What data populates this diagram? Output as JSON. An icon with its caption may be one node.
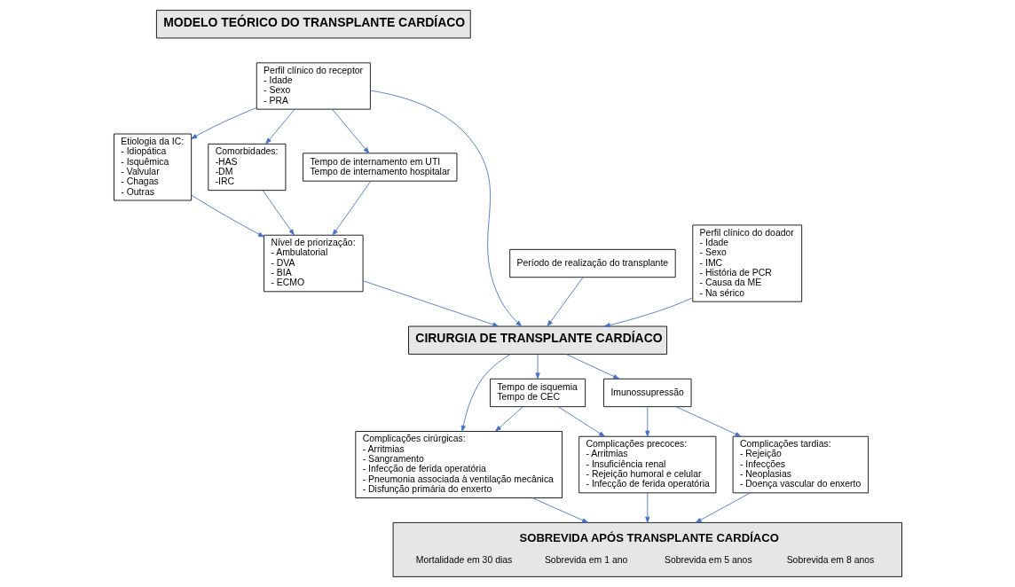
{
  "diagram": {
    "nodes": [
      {
        "text": [
          "MODELO TEÓRICO DO TRANSPLANTE CARDÍACO"
        ]
      },
      {
        "text": [
          "Etiologia da IC:",
          "- Idiopática",
          "- Isquêmica",
          "- Valvular",
          "- Chagas",
          "- Outras"
        ]
      },
      {
        "text": [
          "Perfil clínico do receptor",
          "- Idade",
          "- Sexo",
          "- PRA"
        ]
      },
      {
        "text": [
          "Período de realização do transplante"
        ]
      },
      {
        "text": [
          "Comorbidades:",
          "-HAS",
          "-DM",
          "-IRC"
        ]
      },
      {
        "text": [
          "Tempo de internamento em UTI",
          "Tempo de internamento hospitalar"
        ]
      },
      {
        "text": [
          "Perfil clínico do doador",
          "- Idade",
          "- Sexo",
          "- IMC",
          "- História de PCR",
          "- Causa da ME",
          "- Na sérico"
        ]
      },
      {
        "text": [
          "Nível de priorização:",
          "- Ambulatorial",
          "- DVA",
          "- BIA",
          "- ECMO"
        ]
      },
      {
        "text": [
          "CIRURGIA DE TRANSPLANTE CARDÍACO"
        ]
      },
      {
        "text": [
          "Complicações cirúrgicas:",
          "- Arritmias",
          "- Sangramento",
          "- Infecção de ferida operatória",
          "- Pneumonia associada à ventilação mecânica",
          "- Disfunção primária do enxerto"
        ]
      },
      {
        "text": [
          "Tempo de isquemia",
          "Tempo de CEC"
        ]
      },
      {
        "text": [
          "Imunossupressão"
        ]
      },
      {
        "text": [
          "Complicações precoces:",
          "- Arritmias",
          "- Insuficiência renal",
          "- Rejeição humoral e celular",
          "- Infecção de ferida operatória"
        ]
      },
      {
        "text": [
          "Complicações tardias:",
          "- Rejeição",
          "- Infecções",
          "- Neoplasias",
          "- Doença vascular do enxerto"
        ]
      },
      {
        "text": [
          "SOBREVIDA APÓS TRANSPLANTE CARDÍACO",
          "Mortalidade em 30 dias",
          "Sobrevida em 1 ano",
          "Sobrevida em 5 anos",
          "Sobrevida em 8 anos"
        ]
      }
    ],
    "edges": [
      {
        "from": 2,
        "to": 1,
        "arrow": "to"
      },
      {
        "from": 2,
        "to": 4,
        "arrow": "to"
      },
      {
        "from": 2,
        "to": 5,
        "arrow": "to"
      },
      {
        "from": 2,
        "to": 8,
        "arrow": "to"
      },
      {
        "from": 3,
        "to": 8,
        "arrow": "to"
      },
      {
        "from": 6,
        "to": 8,
        "arrow": "to"
      },
      {
        "from": 1,
        "to": 7,
        "arrow": "to"
      },
      {
        "from": 4,
        "to": 7,
        "arrow": "to"
      },
      {
        "from": 5,
        "to": 7,
        "arrow": "to"
      },
      {
        "from": 7,
        "to": 8,
        "arrow": "to"
      },
      {
        "from": 8,
        "to": 9,
        "arrow": "to"
      },
      {
        "from": 8,
        "to": 10,
        "arrow": "to"
      },
      {
        "from": 8,
        "to": 11,
        "arrow": "to"
      },
      {
        "from": 10,
        "to": 9,
        "arrow": "to"
      },
      {
        "from": 10,
        "to": 12,
        "arrow": "to"
      },
      {
        "from": 11,
        "to": 12,
        "arrow": "to"
      },
      {
        "from": 11,
        "to": 13,
        "arrow": "to"
      },
      {
        "from": 9,
        "to": 14,
        "arrow": "to"
      },
      {
        "from": 12,
        "to": 14,
        "arrow": "to"
      },
      {
        "from": 13,
        "to": 14,
        "arrow": "to"
      }
    ]
  }
}
